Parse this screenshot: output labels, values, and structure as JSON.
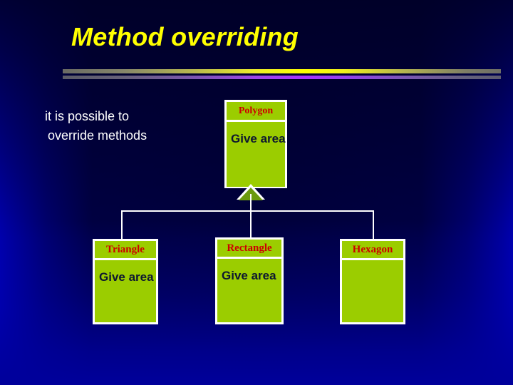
{
  "slide": {
    "title": "Method overriding",
    "background_color": "#00008f",
    "title_color": "#ffff00",
    "accent_bar_top_color": "#ffff00",
    "accent_bar_bottom_color": "#a832ff"
  },
  "body": {
    "line1": "it is possible to",
    "line2": "override methods"
  },
  "diagram": {
    "box_fill_color": "#9bcd00",
    "box_border_color": "#ffffff",
    "class_name_color": "#cc0000",
    "operation_color": "#0d1730",
    "connector_color": "#ffffff",
    "parent": {
      "name": "Polygon",
      "operations": "Give area"
    },
    "children": [
      {
        "name": "Triangle",
        "operations": "Give area"
      },
      {
        "name": "Rectangle",
        "operations": "Give area"
      },
      {
        "name": "Hexagon",
        "operations": ""
      }
    ]
  }
}
